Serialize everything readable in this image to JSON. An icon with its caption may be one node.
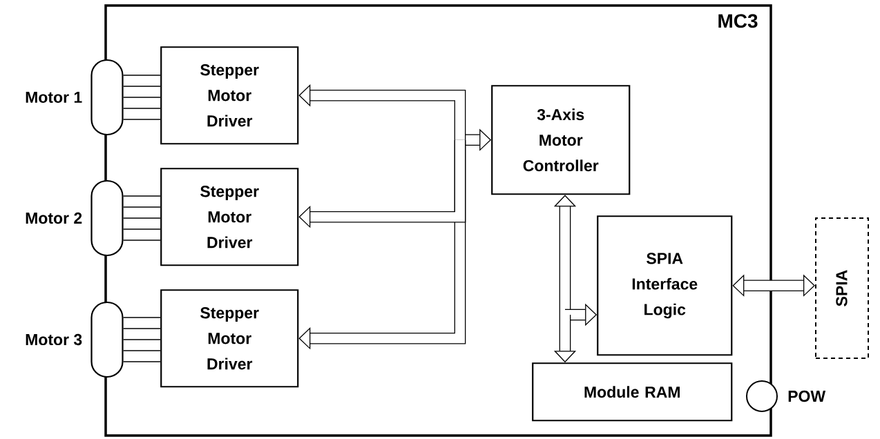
{
  "diagram": {
    "nodes": [
      {
        "text": [
          "MC3"
        ]
      },
      {
        "text": [
          "Motor 1"
        ]
      },
      {
        "text": [
          "Motor 2"
        ]
      },
      {
        "text": [
          "Motor 3"
        ]
      },
      {
        "text": [
          "Stepper Motor Driver"
        ],
        "in": 0
      },
      {
        "text": [
          "Stepper Motor Driver"
        ],
        "in": 0
      },
      {
        "text": [
          "Stepper Motor Driver"
        ],
        "in": 0
      },
      {
        "text": [
          "3-Axis Motor Controller"
        ],
        "in": 0
      },
      {
        "text": [
          "SPIA Interface Logic"
        ],
        "in": 0
      },
      {
        "text": [
          "Module RAM"
        ],
        "in": 0
      },
      {
        "text": [
          "SPIA"
        ]
      },
      {
        "text": [
          "POW"
        ]
      }
    ],
    "edges": [
      {
        "from": 1,
        "to": 4,
        "arrow": "none"
      },
      {
        "from": 1,
        "to": 4,
        "arrow": "none"
      },
      {
        "from": 1,
        "to": 4,
        "arrow": "none"
      },
      {
        "from": 1,
        "to": 4,
        "arrow": "none"
      },
      {
        "from": 1,
        "to": 4,
        "arrow": "none"
      },
      {
        "from": 2,
        "to": 5,
        "arrow": "none"
      },
      {
        "from": 2,
        "to": 5,
        "arrow": "none"
      },
      {
        "from": 2,
        "to": 5,
        "arrow": "none"
      },
      {
        "from": 2,
        "to": 5,
        "arrow": "none"
      },
      {
        "from": 2,
        "to": 5,
        "arrow": "none"
      },
      {
        "from": 3,
        "to": 6,
        "arrow": "none"
      },
      {
        "from": 3,
        "to": 6,
        "arrow": "none"
      },
      {
        "from": 3,
        "to": 6,
        "arrow": "none"
      },
      {
        "from": 3,
        "to": 6,
        "arrow": "none"
      },
      {
        "from": 3,
        "to": 6,
        "arrow": "none"
      },
      {
        "from": 7,
        "to": 4,
        "arrow": "both",
        "style": "thick"
      },
      {
        "from": 7,
        "to": 5,
        "arrow": "both",
        "style": "thick"
      },
      {
        "from": 7,
        "to": 6,
        "arrow": "both",
        "style": "thick"
      },
      {
        "from": 7,
        "to": 9,
        "arrow": "both",
        "style": "thick"
      },
      {
        "from": 7,
        "to": 8,
        "arrow": "both",
        "style": "thick"
      },
      {
        "from": 8,
        "to": 10,
        "arrow": "both",
        "style": "thick"
      }
    ]
  }
}
